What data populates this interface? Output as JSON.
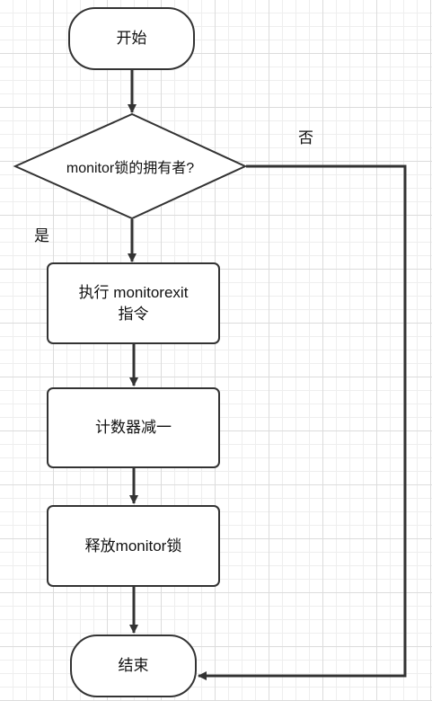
{
  "nodes": {
    "start": "开始",
    "decision": "monitor锁的拥有者?",
    "exec_line1": "执行 monitorexit",
    "exec_line2": "指令",
    "decrement": "计数器减一",
    "release": "释放monitor锁",
    "end": "结束"
  },
  "edges": {
    "yes": "是",
    "no": "否"
  }
}
